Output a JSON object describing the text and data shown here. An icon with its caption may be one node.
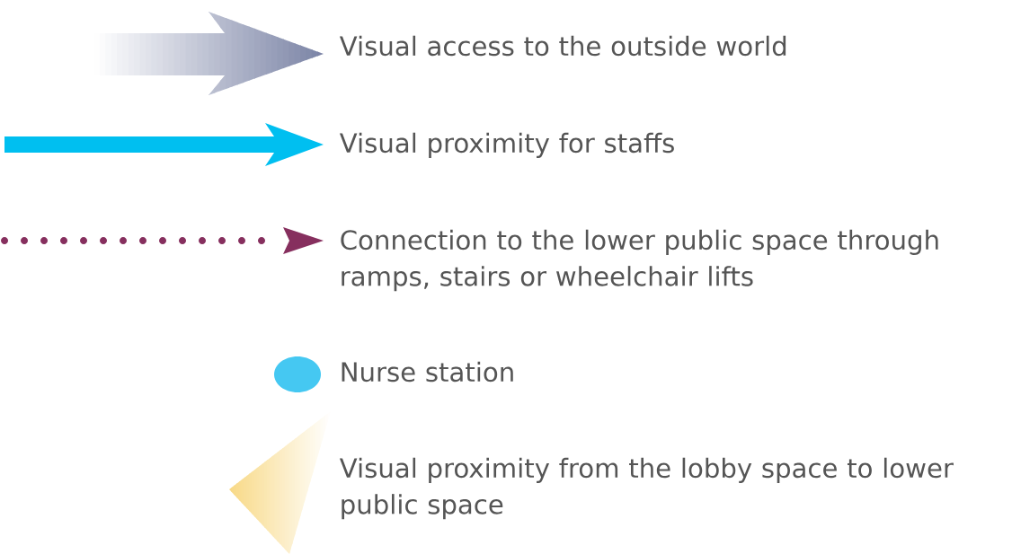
{
  "diagram": {
    "legend": [
      {
        "text": "Visual access to the outside world"
      },
      {
        "text": "Visual proximity for staffs"
      },
      {
        "text": "Connection to the lower public space through ramps, stairs or wheelchair lifts"
      },
      {
        "text": "Nurse station",
        "color": "#45c8f2"
      },
      {
        "text": "Visual proximity from the lobby space to lower public space"
      }
    ]
  }
}
